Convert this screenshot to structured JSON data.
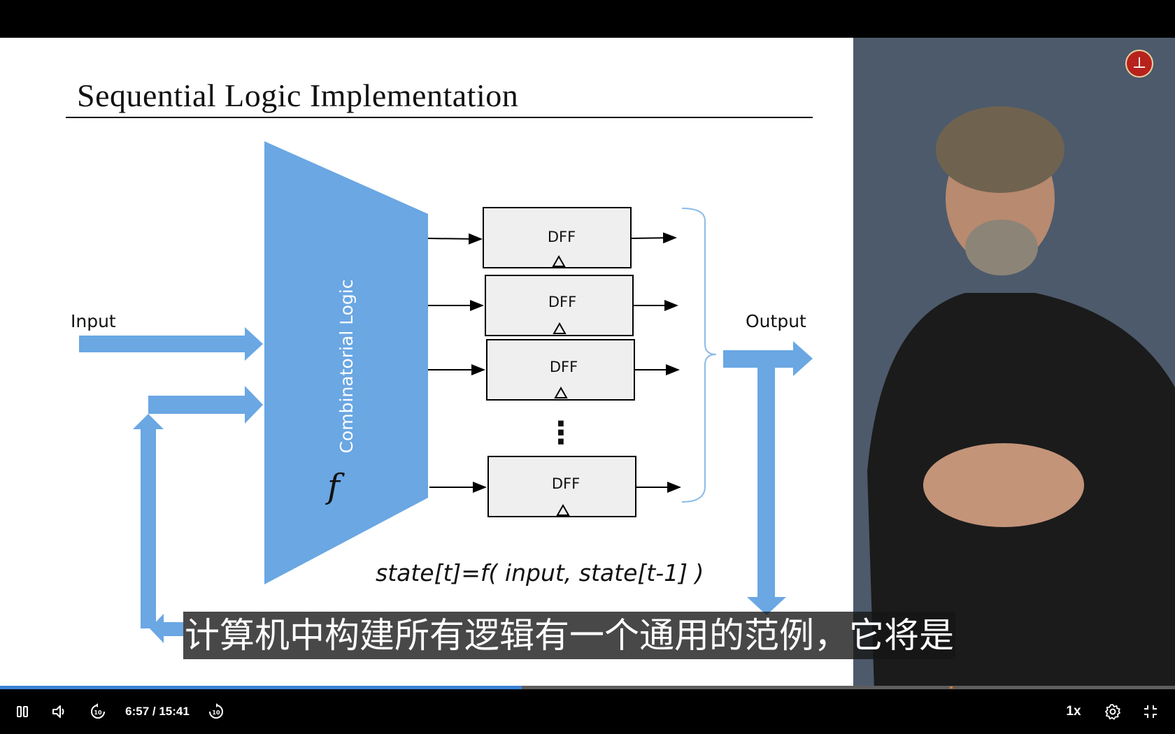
{
  "slide": {
    "title": "Sequential Logic Implementation",
    "input_label": "Input",
    "output_label": "Output",
    "block_label": "Combinatorial Logic",
    "block_function": "f",
    "dff_label": "DFF",
    "ellipsis": "⋮",
    "equation": "state[t]=f( input, state[t-1] )"
  },
  "subtitle": "计算机中构建所有逻辑有一个通用的范例，它将是",
  "player": {
    "current_time": "6:57",
    "duration": "15:41",
    "time_display": "6:57 / 15:41",
    "progress_fraction": 0.444,
    "speed_label": "1x",
    "rewind_seconds": "10",
    "forward_seconds": "10",
    "icons": {
      "play_pause": "pause-icon",
      "volume": "volume-icon",
      "rewind": "rewind-10-icon",
      "forward": "forward-10-icon",
      "settings": "gear-icon",
      "fullscreen": "exit-fullscreen-icon",
      "logo": "channel-logo-icon"
    }
  },
  "colors": {
    "diagram_blue": "#6aa7e3",
    "progress": "#3b82d6",
    "panel_bg": "#4d5a6b"
  }
}
